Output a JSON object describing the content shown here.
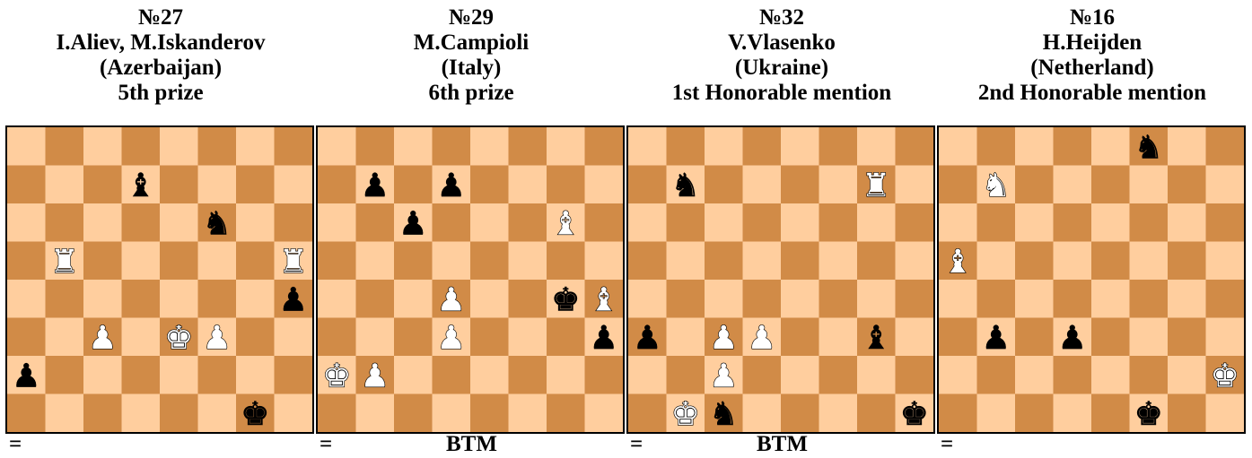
{
  "colors": {
    "light_square": "#FFCE9E",
    "dark_square": "#D18B47",
    "white_piece": "#ffffff",
    "black_piece": "#000000",
    "border": "#000000"
  },
  "problems": [
    {
      "number": "№27",
      "authors": "I.Aliev, M.Iskanderov",
      "country": "(Azerbaijan)",
      "award": "5th prize",
      "verdict": "=",
      "to_move": "",
      "pieces": [
        {
          "sq": "d7",
          "type": "bishop",
          "color": "black"
        },
        {
          "sq": "f6",
          "type": "knight",
          "color": "black"
        },
        {
          "sq": "b5",
          "type": "rook",
          "color": "white"
        },
        {
          "sq": "h5",
          "type": "rook",
          "color": "white"
        },
        {
          "sq": "h4",
          "type": "pawn",
          "color": "black"
        },
        {
          "sq": "c3",
          "type": "pawn",
          "color": "white"
        },
        {
          "sq": "e3",
          "type": "king",
          "color": "white"
        },
        {
          "sq": "f3",
          "type": "pawn",
          "color": "white"
        },
        {
          "sq": "a2",
          "type": "pawn",
          "color": "black"
        },
        {
          "sq": "g1",
          "type": "king",
          "color": "black"
        }
      ]
    },
    {
      "number": "№29",
      "authors": "M.Campioli",
      "country": "(Italy)",
      "award": "6th prize",
      "verdict": "=",
      "to_move": "BTM",
      "pieces": [
        {
          "sq": "b7",
          "type": "pawn",
          "color": "black"
        },
        {
          "sq": "d7",
          "type": "pawn",
          "color": "black"
        },
        {
          "sq": "c6",
          "type": "pawn",
          "color": "black"
        },
        {
          "sq": "g6",
          "type": "bishop",
          "color": "white"
        },
        {
          "sq": "d4",
          "type": "pawn",
          "color": "white"
        },
        {
          "sq": "g4",
          "type": "king",
          "color": "black"
        },
        {
          "sq": "h4",
          "type": "bishop",
          "color": "white"
        },
        {
          "sq": "d3",
          "type": "pawn",
          "color": "white"
        },
        {
          "sq": "h3",
          "type": "pawn",
          "color": "black"
        },
        {
          "sq": "a2",
          "type": "king",
          "color": "white"
        },
        {
          "sq": "b2",
          "type": "pawn",
          "color": "white"
        }
      ]
    },
    {
      "number": "№32",
      "authors": "V.Vlasenko",
      "country": "(Ukraine)",
      "award": "1st Honorable mention",
      "verdict": "=",
      "to_move": "BTM",
      "pieces": [
        {
          "sq": "b7",
          "type": "knight",
          "color": "black"
        },
        {
          "sq": "g7",
          "type": "rook",
          "color": "white"
        },
        {
          "sq": "a3",
          "type": "pawn",
          "color": "black"
        },
        {
          "sq": "c3",
          "type": "pawn",
          "color": "white"
        },
        {
          "sq": "d3",
          "type": "pawn",
          "color": "white"
        },
        {
          "sq": "g3",
          "type": "bishop",
          "color": "black"
        },
        {
          "sq": "c2",
          "type": "pawn",
          "color": "white"
        },
        {
          "sq": "b1",
          "type": "king",
          "color": "white"
        },
        {
          "sq": "c1",
          "type": "knight",
          "color": "black"
        },
        {
          "sq": "h1",
          "type": "king",
          "color": "black"
        }
      ]
    },
    {
      "number": "№16",
      "authors": "H.Heijden",
      "country": "(Netherland)",
      "award": "2nd Honorable mention",
      "verdict": "=",
      "to_move": "",
      "pieces": [
        {
          "sq": "f8",
          "type": "knight",
          "color": "black"
        },
        {
          "sq": "b7",
          "type": "knight",
          "color": "white"
        },
        {
          "sq": "a5",
          "type": "bishop",
          "color": "white"
        },
        {
          "sq": "b3",
          "type": "pawn",
          "color": "black"
        },
        {
          "sq": "d3",
          "type": "pawn",
          "color": "black"
        },
        {
          "sq": "h2",
          "type": "king",
          "color": "white"
        },
        {
          "sq": "f1",
          "type": "king",
          "color": "black"
        }
      ]
    }
  ]
}
